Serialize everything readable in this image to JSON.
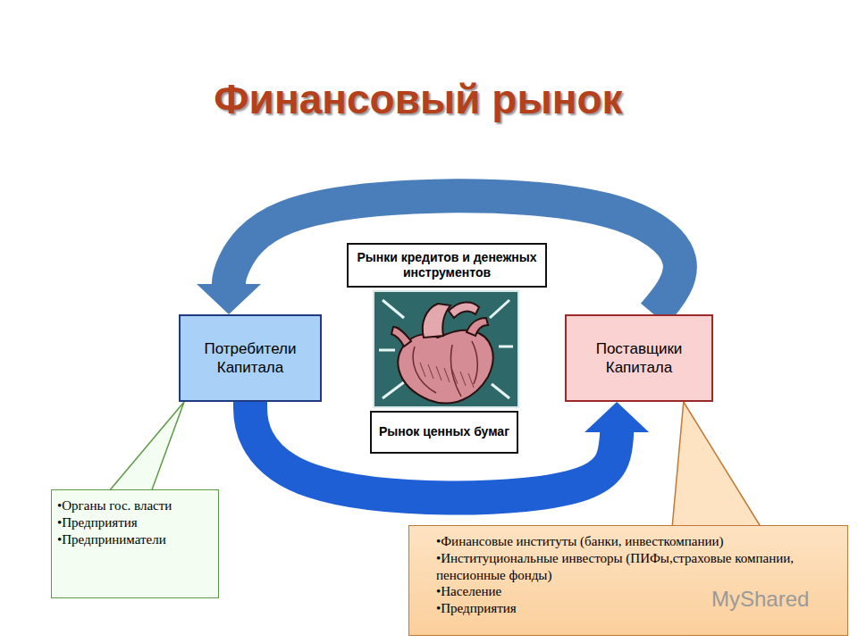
{
  "diagram": {
    "title": "Финансовый рынок",
    "nodes": [
      {
        "text": [
          "Потребители Капитала"
        ]
      },
      {
        "text": [
          "Рынки кредитов и денежных инструментов"
        ]
      },
      {
        "text": [
          "Рынок ценных бумаг"
        ]
      },
      {
        "text": [
          "Поставщики Капитала"
        ]
      },
      {
        "text": [
          "•Органы гос. власти",
          "•Предприятия",
          "•Предприниматели"
        ]
      },
      {
        "text": [
          "•Финансовые институты (банки, инвесткомпании)",
          "•Институциональные инвесторы (ПИФы,страховые компании, пенсионные фонды)",
          "•Население",
          "•Предприятия"
        ]
      }
    ],
    "edges": [
      {
        "from": 3,
        "to": 0,
        "arrow": "to"
      },
      {
        "from": 0,
        "to": 3,
        "arrow": "to"
      },
      {
        "from": 0,
        "to": 4,
        "arrow": "none"
      },
      {
        "from": 3,
        "to": 5,
        "arrow": "none"
      }
    ],
    "labels": [
      "MyShared"
    ]
  }
}
